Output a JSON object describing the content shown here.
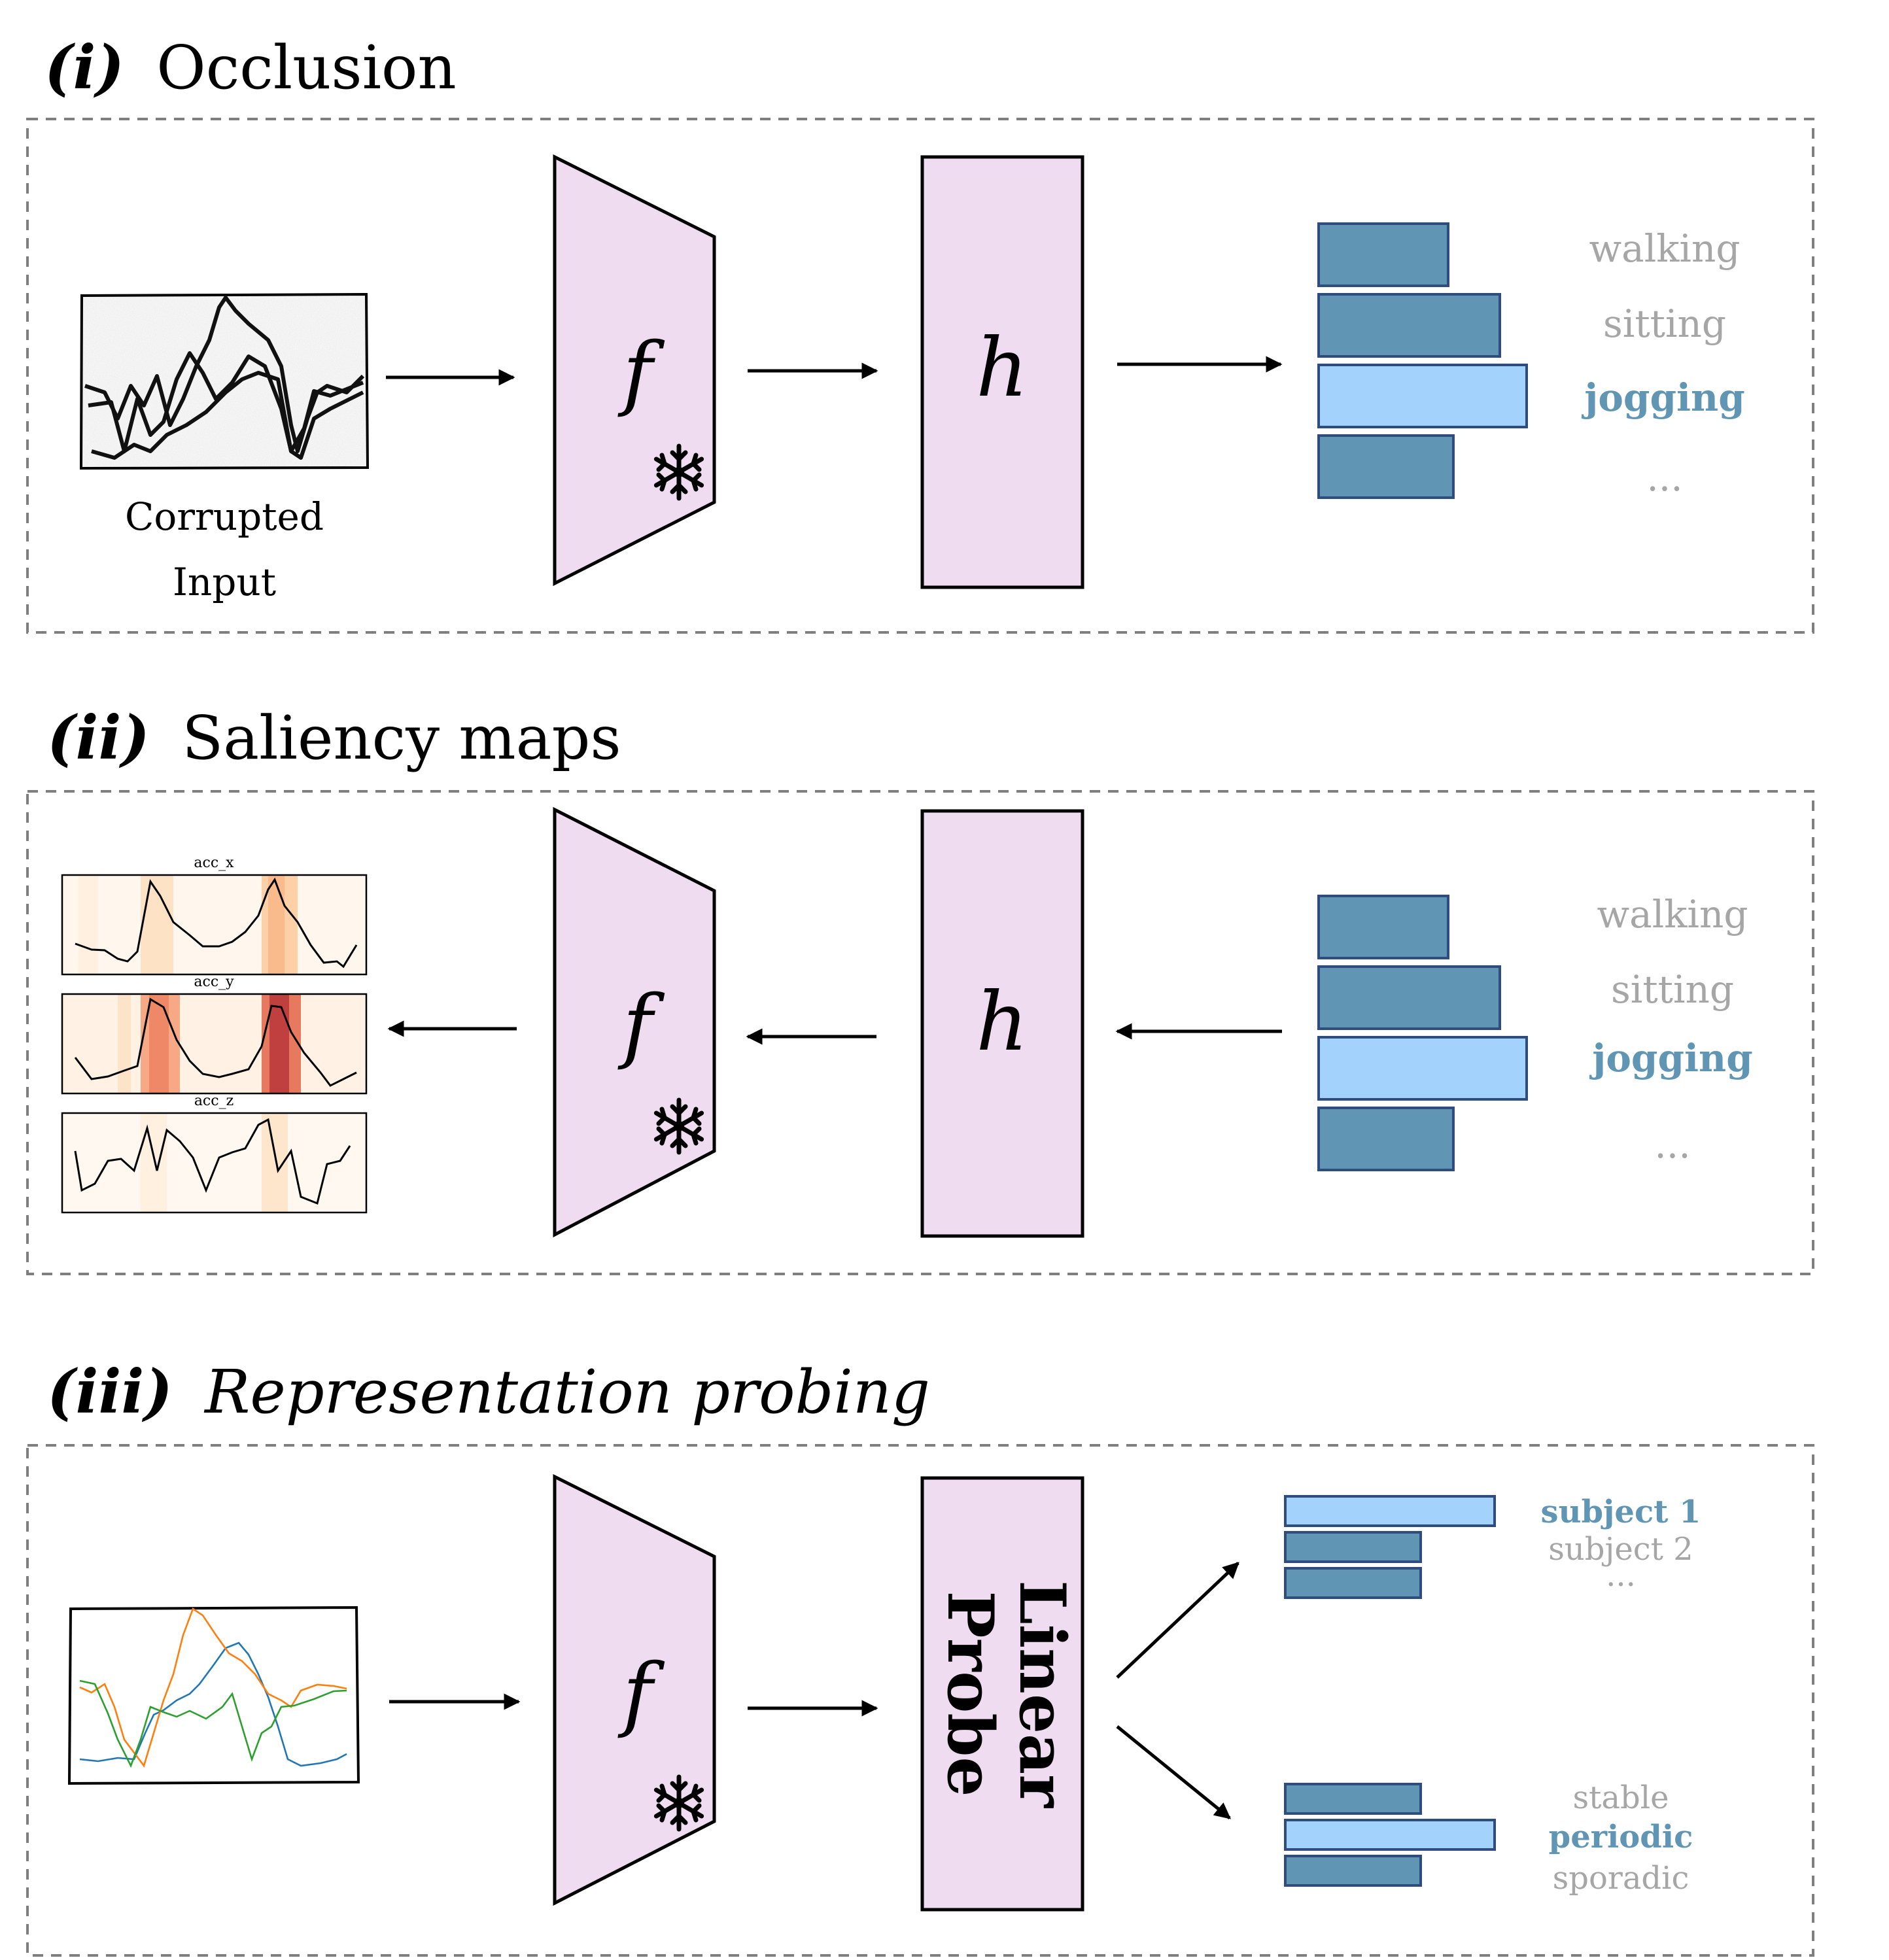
{
  "sections": [
    {
      "num": "(i)",
      "title": "Occlusion"
    },
    {
      "num": "(ii)",
      "title": "Saliency maps"
    },
    {
      "num": "(iii)",
      "title": "Representation probing"
    }
  ],
  "encoder_symbol": "f",
  "head_symbol": "h",
  "input_label_line1": "Corrupted",
  "input_label_line2": "Input",
  "activity_classes": [
    "walking",
    "sitting",
    "jogging",
    "..."
  ],
  "saliency_channels": [
    "acc_x",
    "acc_y",
    "acc_z"
  ],
  "probe_label_line1": "Linear",
  "probe_label_line2": "Probe",
  "subject_classes": [
    "subject 1",
    "subject 2",
    "..."
  ],
  "motion_classes": [
    "stable",
    "periodic",
    "sporadic"
  ],
  "colors": {
    "block_fill": "#f0dcf0",
    "bar_dark": "#6096b4",
    "bar_light": "#a3d2fd",
    "bar_edge": "#2e4c7e",
    "selected_label": "#6096b4",
    "muted_label": "#a6a6a6",
    "saliency_cmap": [
      "#fff3e8",
      "#fdd0a8",
      "#f29070",
      "#c04040"
    ],
    "series": [
      "#1f77b4",
      "#ff7f0e",
      "#2ca02c"
    ]
  },
  "icons": {
    "frozen": "snowflake-icon"
  }
}
